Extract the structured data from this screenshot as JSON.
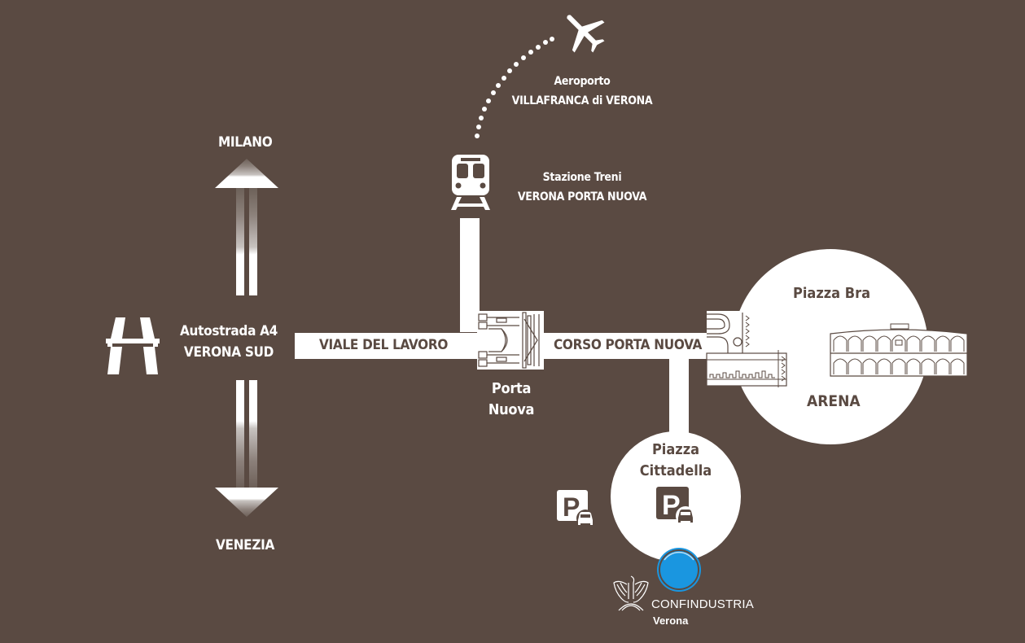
{
  "colors": {
    "background": "#5a4a42",
    "road": "#ffffff",
    "accent_blue": "#1a96e0"
  },
  "airport": {
    "icon": "airplane-icon",
    "line1": "Aeroporto",
    "line2": "VILLAFRANCA di VERONA"
  },
  "station": {
    "icon": "train-icon",
    "line1": "Stazione Treni",
    "line2": "VERONA PORTA NUOVA"
  },
  "highway": {
    "icon": "highway-icon",
    "line1": "Autostrada A4",
    "line2": "VERONA SUD",
    "north": "MILANO",
    "south": "VENEZIA"
  },
  "roads": {
    "west": "VIALE DEL LAVORO",
    "east": "CORSO PORTA NUOVA"
  },
  "porta_nuova": {
    "line1": "Porta",
    "line2": "Nuova"
  },
  "piazza_bra": {
    "title": "Piazza Bra",
    "landmark": "ARENA"
  },
  "piazza_cittadella": {
    "line1": "Piazza",
    "line2": "Cittadella"
  },
  "parking": {
    "icon": "parking-icon",
    "letter": "P"
  },
  "logo": {
    "name": "CONFINDUSTRIA",
    "sub": "Verona"
  }
}
